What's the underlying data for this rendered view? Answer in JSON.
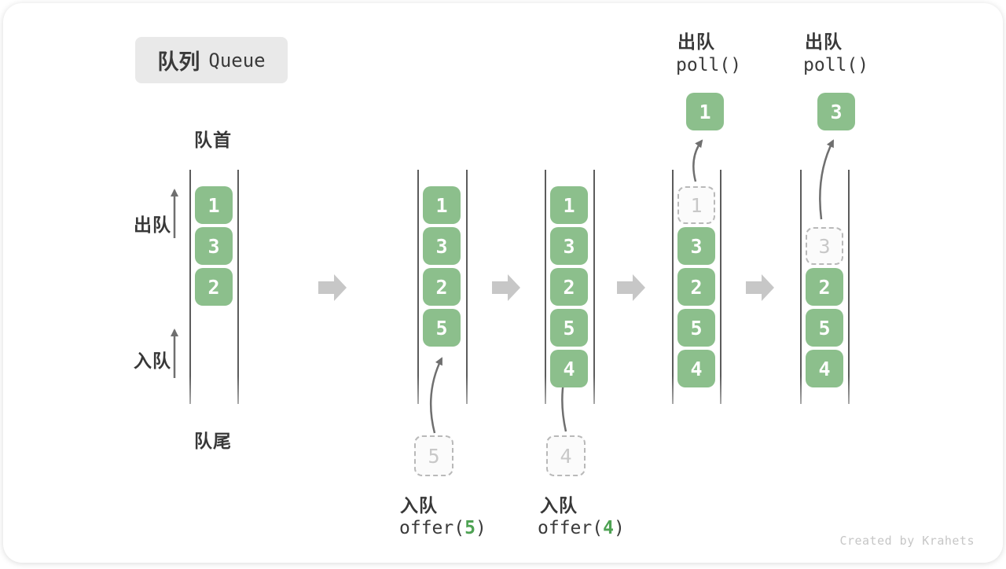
{
  "title": {
    "zh": "队列",
    "en": "Queue"
  },
  "side_labels": {
    "front": "队首",
    "rear": "队尾",
    "dequeue": "出队",
    "enqueue": "入队"
  },
  "columns": [
    {
      "cells": [
        "1",
        "3",
        "2"
      ]
    },
    {
      "cells": [
        "1",
        "3",
        "2",
        "5"
      ],
      "incoming": "5",
      "op": {
        "label": "入队",
        "fn_open": "offer(",
        "arg": "5",
        "fn_close": ")"
      }
    },
    {
      "cells": [
        "1",
        "3",
        "2",
        "5",
        "4"
      ],
      "incoming": "4",
      "op": {
        "label": "入队",
        "fn_open": "offer(",
        "arg": "4",
        "fn_close": ")"
      }
    },
    {
      "cells": [
        "3",
        "2",
        "5",
        "4"
      ],
      "removed": "1",
      "result": "1",
      "op": {
        "label": "出队",
        "fn": "poll()"
      }
    },
    {
      "cells": [
        "2",
        "5",
        "4"
      ],
      "removed": "3",
      "result": "3",
      "op": {
        "label": "出队",
        "fn": "poll()"
      }
    }
  ],
  "watermark": "Created by Krahets",
  "colors": {
    "cell_green": "#8cbf8c",
    "code_arg_green": "#4ea253",
    "rail_dark": "#5c5c5c",
    "thin_arrow_gray": "#6f6f6f",
    "block_arrow_gray": "#c7c7c7",
    "ghost_gray": "#c8c8c8",
    "ghost_border": "#b9b9b9",
    "title_bg": "#e9e9e9",
    "text_dark": "#3a3a3a",
    "watermark_gray": "#c6c6c6"
  }
}
